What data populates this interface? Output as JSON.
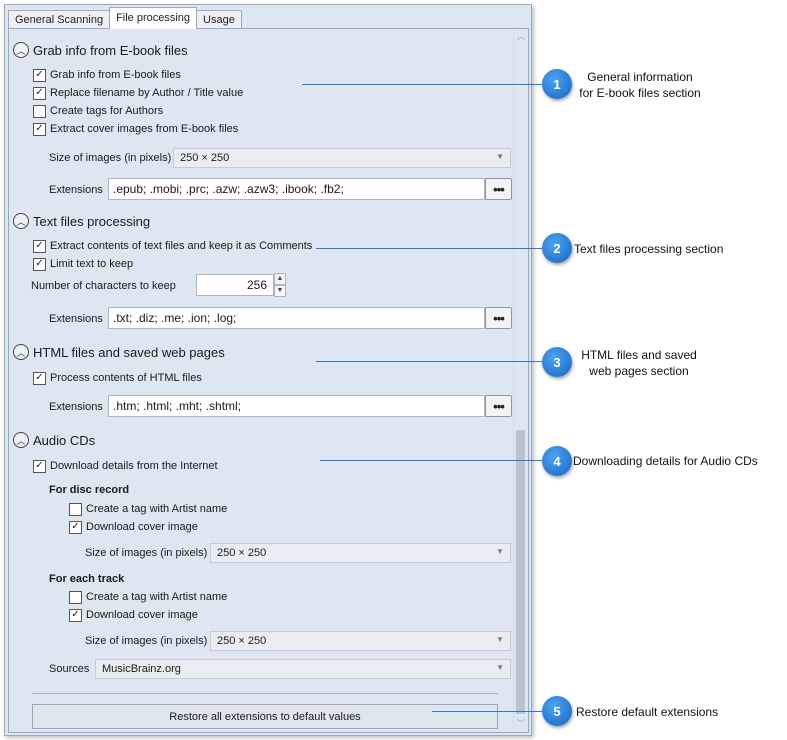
{
  "tabs": [
    "General Scanning",
    "File processing",
    "Usage"
  ],
  "active_tab": "File processing",
  "ebook": {
    "title": "Grab info from E-book files",
    "checkboxes": [
      {
        "label": "Grab info from E-book files",
        "checked": true
      },
      {
        "label": "Replace filename by Author / Title value",
        "checked": true
      },
      {
        "label": "Create tags for Authors",
        "checked": false
      },
      {
        "label": "Extract cover images from E-book files",
        "checked": true
      }
    ],
    "size_label": "Size of images (in pixels)",
    "size_value": "250 × 250",
    "ext_label": "Extensions",
    "ext_value": ".epub; .mobi; .prc; .azw; .azw3; .ibook; .fb2;",
    "ellipsis": "•••"
  },
  "text": {
    "title": "Text files processing",
    "checkboxes": [
      {
        "label": "Extract contents of text files and keep it as Comments",
        "checked": true
      },
      {
        "label": "Limit text to keep",
        "checked": true
      }
    ],
    "chars_label": "Number of characters to keep",
    "chars_value": "256",
    "ext_label": "Extensions",
    "ext_value": ".txt; .diz; .me; .ion; .log;",
    "ellipsis": "•••"
  },
  "html": {
    "title": "HTML files and saved web pages",
    "checkboxes": [
      {
        "label": "Process contents of HTML files",
        "checked": true
      }
    ],
    "ext_label": "Extensions",
    "ext_value": ".htm; .html; .mht; .shtml;",
    "ellipsis": "•••"
  },
  "audio": {
    "title": "Audio CDs",
    "download": {
      "label": "Download details from the Internet",
      "checked": true
    },
    "disc": {
      "heading": "For disc record",
      "checkboxes": [
        {
          "label": "Create a tag with Artist name",
          "checked": false
        },
        {
          "label": "Download cover image",
          "checked": true
        }
      ],
      "size_label": "Size of images (in pixels)",
      "size_value": "250 × 250"
    },
    "track": {
      "heading": "For each track",
      "checkboxes": [
        {
          "label": "Create a tag with Artist name",
          "checked": false
        },
        {
          "label": "Download cover image",
          "checked": true
        }
      ],
      "size_label": "Size of images (in pixels)",
      "size_value": "250 × 250"
    },
    "sources_label": "Sources",
    "sources_value": "MusicBrainz.org"
  },
  "restore_button": "Restore all extensions to default values",
  "callouts": [
    {
      "number": "1",
      "line1": "General information",
      "line2": "for E-book files section"
    },
    {
      "number": "2",
      "line1": "Text files processing section",
      "line2": ""
    },
    {
      "number": "3",
      "line1": "HTML files and saved",
      "line2": "web pages section"
    },
    {
      "number": "4",
      "line1": "Downloading details for Audio CDs",
      "line2": ""
    },
    {
      "number": "5",
      "line1": "Restore default extensions",
      "line2": ""
    }
  ],
  "colors": {
    "accent": "#1e6fd0",
    "panel": "#dde6f1"
  },
  "icons": {
    "collapse": "chevron-up-icon",
    "ellipsis": "more-icon",
    "check": "checkmark-icon"
  }
}
